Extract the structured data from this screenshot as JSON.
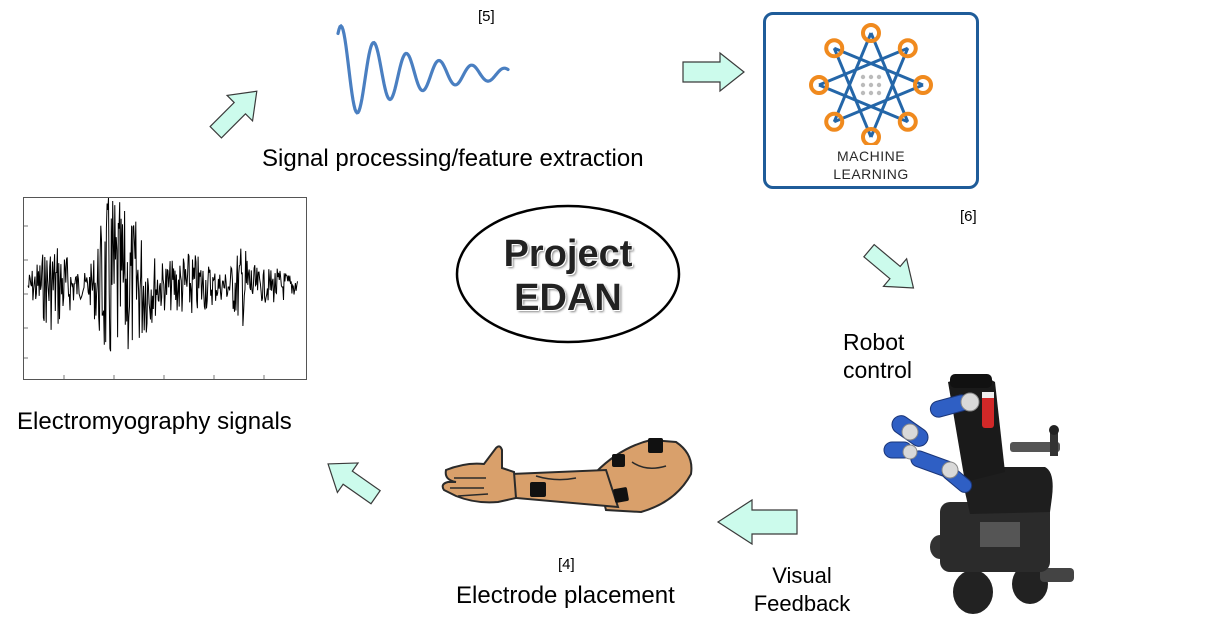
{
  "center": {
    "line1": "Project",
    "line2": "EDAN"
  },
  "labels": {
    "signal_processing": "Signal processing/feature extraction",
    "emg": "Electromyography signals",
    "electrode": "Electrode placement",
    "robot_line1": "Robot",
    "robot_line2": "control",
    "visual_line1": "Visual",
    "visual_line2": "Feedback"
  },
  "machine_learning": {
    "line1": "MACHINE",
    "line2": "LEARNING"
  },
  "references": {
    "wave": "[5]",
    "ml": "[6]",
    "arm": "[4]"
  },
  "colors": {
    "arrow_fill": "#ccfbec",
    "arrow_stroke": "#3a3a3a",
    "wave": "#4a7fc1",
    "ml_border": "#1f5c99",
    "ml_orange": "#f08a1e",
    "ml_blue": "#2466a8"
  }
}
